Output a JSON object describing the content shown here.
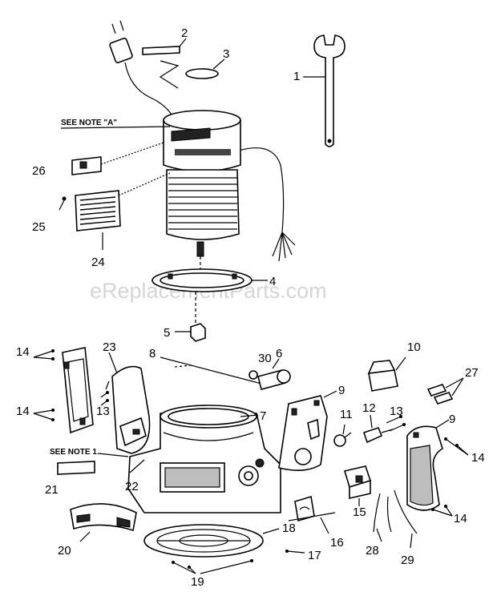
{
  "watermark": "eReplacementParts.com",
  "notes": {
    "note_a": "SEE NOTE \"A\"",
    "note_1": "SEE NOTE 1"
  },
  "callouts": [
    "1",
    "2",
    "3",
    "4",
    "5",
    "6",
    "7",
    "8",
    "9",
    "9",
    "10",
    "11",
    "12",
    "13",
    "13",
    "14",
    "14",
    "14",
    "14",
    "15",
    "16",
    "17",
    "18",
    "19",
    "20",
    "21",
    "22",
    "23",
    "24",
    "25",
    "26",
    "27",
    "28",
    "29",
    "30"
  ]
}
